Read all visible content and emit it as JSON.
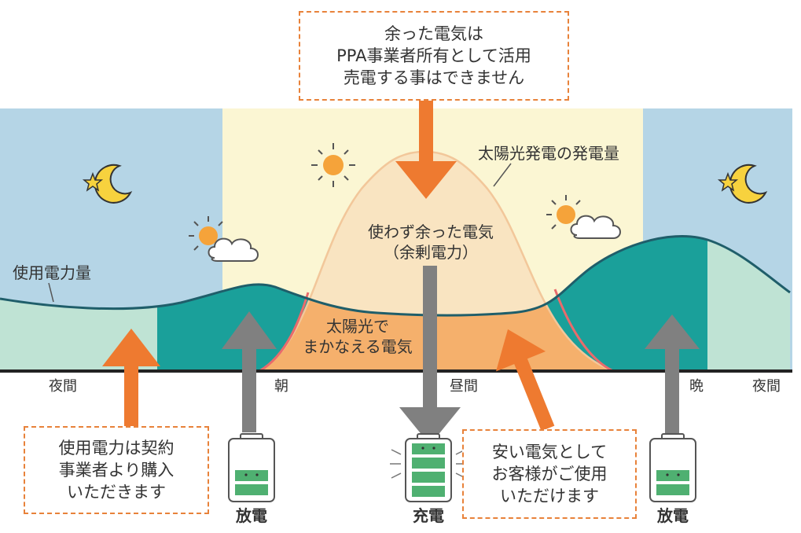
{
  "callouts": {
    "surplus": [
      "余った電気は",
      "PPA事業者所有として活用",
      "売電する事はできません"
    ],
    "purchase": [
      "使用電力は契約",
      "事業者より購入",
      "いただきます"
    ],
    "cheap": [
      "安い電気として",
      "お客様がご使用",
      "いただけます"
    ]
  },
  "labels": {
    "generation": "太陽光発電の発電量",
    "surplus_area": "使わず余った電気",
    "surplus_area_sub": "（余剰電力）",
    "solar_cover_1": "太陽光で",
    "solar_cover_2": "まかなえる電気",
    "usage": "使用電力量"
  },
  "time_labels": [
    "夜間",
    "朝",
    "昼間",
    "晩",
    "夜間"
  ],
  "battery_labels": [
    "放電",
    "充電",
    "放電"
  ],
  "colors": {
    "night": "#b5d5e6",
    "day": "#fbf6d3",
    "teal": "#1aa09a",
    "mint": "#bfe3d4",
    "generation_fill": "#f9e3c0",
    "solar_fill": "#f5b06c",
    "orange_arrow": "#ee7a30",
    "gray_arrow": "#808080",
    "callout_border": "#e8823a"
  },
  "icons": [
    "moon-star-icon",
    "sun-icon",
    "sun-cloud-icon",
    "battery-icon"
  ]
}
